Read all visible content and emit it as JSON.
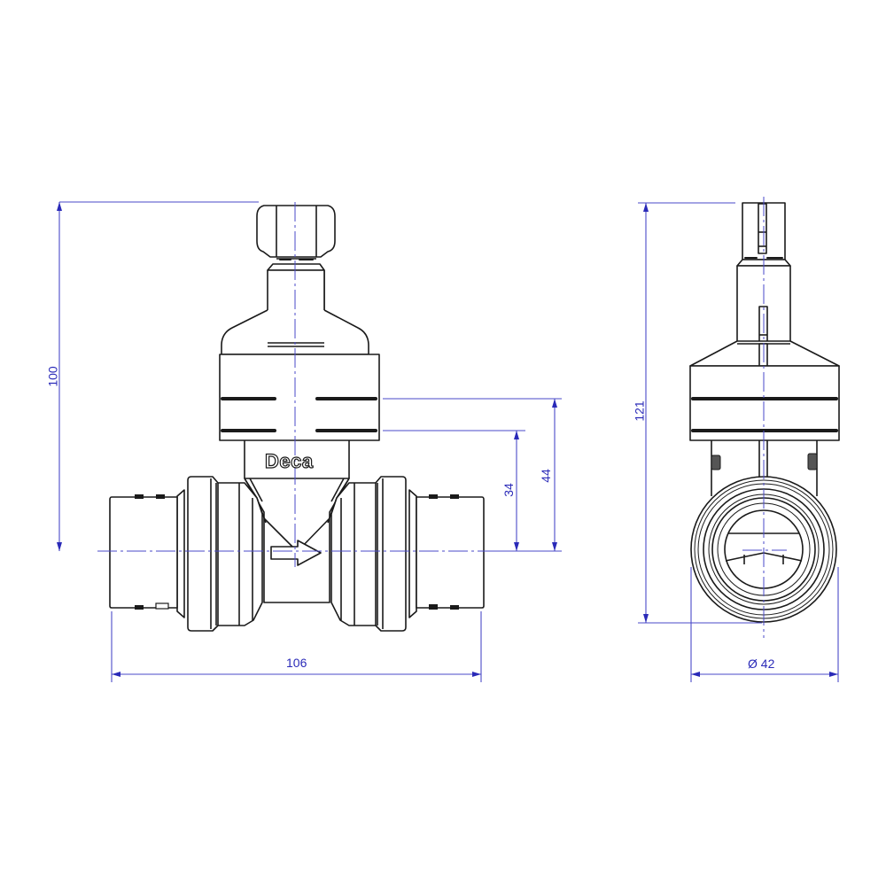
{
  "drawing": {
    "brand_text": "Deca",
    "colors": {
      "outline": "#1a1a1a",
      "dimension": "#2a2ab8",
      "centerline": "#4a4ac8",
      "background": "#ffffff"
    },
    "front_view": {
      "dimensions": {
        "overall_height": "100",
        "overall_length": "106",
        "axis_to_upper_band": "44",
        "axis_to_lower_band": "34"
      },
      "flow_arrow": "arrow-right-icon"
    },
    "side_view": {
      "dimensions": {
        "overall_height": "121",
        "diameter": "Ø 42"
      }
    }
  }
}
